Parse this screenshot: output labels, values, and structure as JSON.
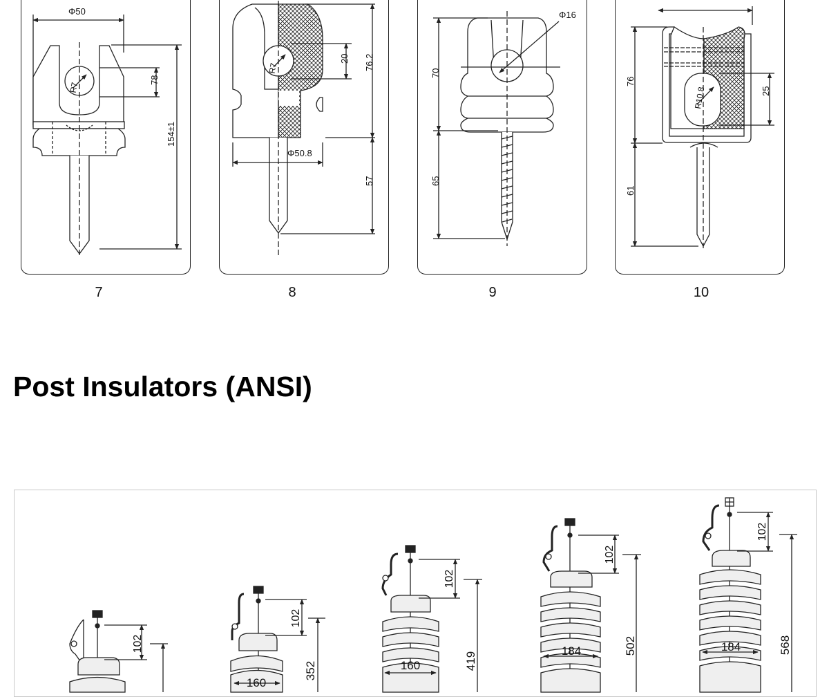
{
  "figures": [
    {
      "number": "7",
      "dims": {
        "dia": "Φ50",
        "radius": "R7",
        "slot": "78",
        "height": "154±1"
      }
    },
    {
      "number": "8",
      "dims": {
        "radius": "R7",
        "slot": "20",
        "top": "76.2",
        "dia": "Φ50.8",
        "pin": "57"
      }
    },
    {
      "number": "9",
      "dims": {
        "dia": "Φ16",
        "top": "70",
        "screw": "65"
      }
    },
    {
      "number": "10",
      "dims": {
        "top": "76",
        "radius": "R10.8",
        "slot": "25",
        "pin": "61"
      }
    }
  ],
  "section": {
    "title": "Post Insulators (ANSI)"
  },
  "posts": [
    {
      "clamp": "102",
      "height": "",
      "dia": ""
    },
    {
      "clamp": "102",
      "height": "352",
      "dia": "160"
    },
    {
      "clamp": "102",
      "height": "419",
      "dia": "160"
    },
    {
      "clamp": "102",
      "height": "502",
      "dia": "184"
    },
    {
      "clamp": "102",
      "height": "568",
      "dia": "184"
    }
  ],
  "colors": {
    "line": "#222222",
    "porcelain": "#efefef",
    "panel_border": "#c8c8c8"
  }
}
